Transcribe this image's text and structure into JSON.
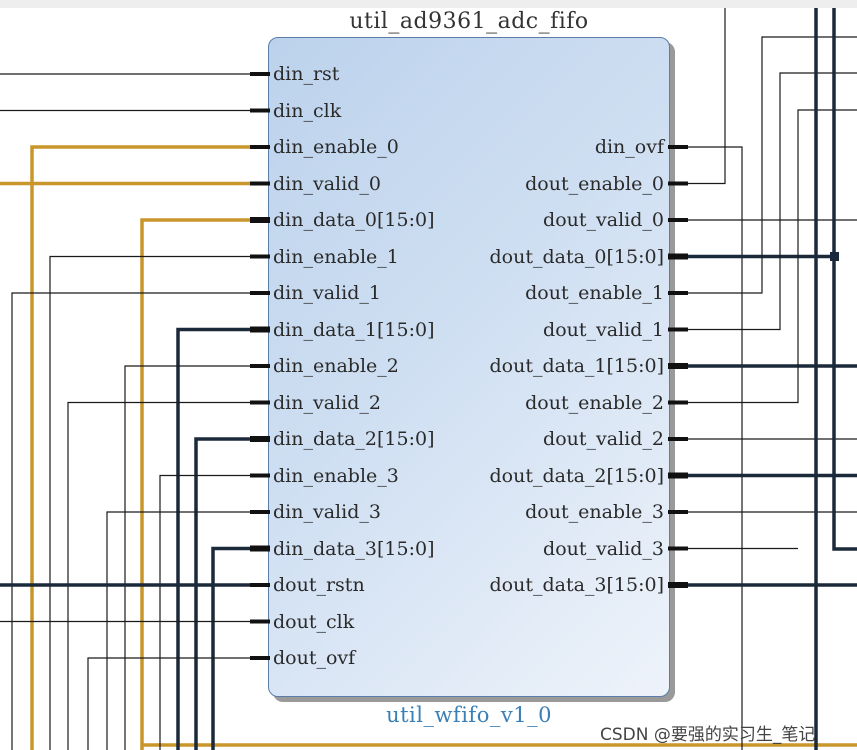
{
  "block": {
    "instance_name": "util_ad9361_adc_fifo",
    "ip_name": "util_wfifo_v1_0"
  },
  "ports": {
    "inputs": [
      {
        "name": "din_rst",
        "bus": false,
        "net": "thin"
      },
      {
        "name": "din_clk",
        "bus": false,
        "net": "thin"
      },
      {
        "name": "din_enable_0",
        "bus": false,
        "net": "gold"
      },
      {
        "name": "din_valid_0",
        "bus": false,
        "net": "gold"
      },
      {
        "name": "din_data_0[15:0]",
        "bus": true,
        "net": "gold"
      },
      {
        "name": "din_enable_1",
        "bus": false,
        "net": "thin"
      },
      {
        "name": "din_valid_1",
        "bus": false,
        "net": "thin"
      },
      {
        "name": "din_data_1[15:0]",
        "bus": true,
        "net": "bus"
      },
      {
        "name": "din_enable_2",
        "bus": false,
        "net": "thin"
      },
      {
        "name": "din_valid_2",
        "bus": false,
        "net": "thin"
      },
      {
        "name": "din_data_2[15:0]",
        "bus": true,
        "net": "bus"
      },
      {
        "name": "din_enable_3",
        "bus": false,
        "net": "thin"
      },
      {
        "name": "din_valid_3",
        "bus": false,
        "net": "thin"
      },
      {
        "name": "din_data_3[15:0]",
        "bus": true,
        "net": "bus"
      },
      {
        "name": "dout_rstn",
        "bus": false,
        "net": "bus"
      },
      {
        "name": "dout_clk",
        "bus": false,
        "net": "thin"
      },
      {
        "name": "dout_ovf",
        "bus": false,
        "net": "thin"
      }
    ],
    "outputs": [
      {
        "name": "din_ovf",
        "bus": false
      },
      {
        "name": "dout_enable_0",
        "bus": false
      },
      {
        "name": "dout_valid_0",
        "bus": false
      },
      {
        "name": "dout_data_0[15:0]",
        "bus": true
      },
      {
        "name": "dout_enable_1",
        "bus": false
      },
      {
        "name": "dout_valid_1",
        "bus": false
      },
      {
        "name": "dout_data_1[15:0]",
        "bus": true
      },
      {
        "name": "dout_enable_2",
        "bus": false
      },
      {
        "name": "dout_valid_2",
        "bus": false
      },
      {
        "name": "dout_data_2[15:0]",
        "bus": true
      },
      {
        "name": "dout_enable_3",
        "bus": false
      },
      {
        "name": "dout_valid_3",
        "bus": false
      },
      {
        "name": "dout_data_3[15:0]",
        "bus": true
      }
    ]
  },
  "colors": {
    "block_border": "#5a7ea8",
    "block_fill": "#cfdff2",
    "wire_thin": "#1a1a1a",
    "wire_bus": "#1b2a3a",
    "wire_gold": "#c8962a",
    "ip_label": "#3a7fb5"
  },
  "watermark": "CSDN @要强的实习生_笔记"
}
